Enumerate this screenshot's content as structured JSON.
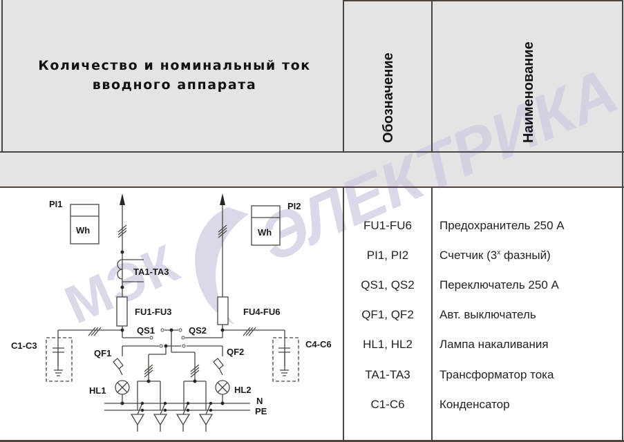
{
  "header": {
    "title_line1": "Количество и номинальный ток",
    "title_line2": "вводного аппарата",
    "col_designation": "Обозначение",
    "col_name": "Наименование"
  },
  "watermark": {
    "brand": "МЭК",
    "text": "ЭЛЕКТРИКА",
    "color": "#c9c6de"
  },
  "legend": {
    "rows": [
      {
        "code": "FU1-FU6",
        "name": "Предохранитель 250 А"
      },
      {
        "code": "PI1, PI2",
        "name": "Счетчик (3",
        "name_sup": "х",
        "name_tail": " фазный)"
      },
      {
        "code": "QS1, QS2",
        "name": "Переключатель 250 А"
      },
      {
        "code": "QF1, QF2",
        "name": "Авт. выключатель"
      },
      {
        "code": "HL1, HL2",
        "name": "Лампа накаливания"
      },
      {
        "code": "TA1-TA3",
        "name": "Трансформатор тока"
      },
      {
        "code": "C1-C6",
        "name": "Конденсатор"
      }
    ]
  },
  "diagram": {
    "labels": {
      "pi1": "PI1",
      "pi2": "PI2",
      "meter_unit": "Wh",
      "ta": "TA1-TA3",
      "fu_left": "FU1-FU3",
      "fu_right": "FU4-FU6",
      "qs1": "QS1",
      "qs2": "QS2",
      "qf1": "QF1",
      "qf2": "QF2",
      "c_left": "C1-C3",
      "c_right": "C4-C6",
      "hl1": "HL1",
      "hl2": "HL2",
      "n": "N",
      "pe": "PE"
    },
    "line_color": "#4a4540"
  }
}
